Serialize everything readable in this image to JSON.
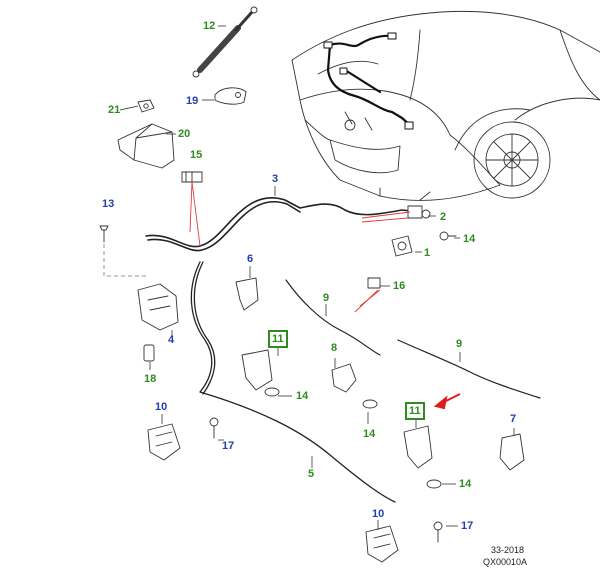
{
  "diagram": {
    "callouts": [
      {
        "key": "c12",
        "label": "12",
        "color": "green"
      },
      {
        "key": "c19",
        "label": "19",
        "color": "blue"
      },
      {
        "key": "c21",
        "label": "21",
        "color": "green"
      },
      {
        "key": "c20",
        "label": "20",
        "color": "green"
      },
      {
        "key": "c15",
        "label": "15",
        "color": "green"
      },
      {
        "key": "c3",
        "label": "3",
        "color": "blue"
      },
      {
        "key": "c2",
        "label": "2",
        "color": "green"
      },
      {
        "key": "c13",
        "label": "13",
        "color": "blue"
      },
      {
        "key": "c14a",
        "label": "14",
        "color": "green"
      },
      {
        "key": "c1",
        "label": "1",
        "color": "green"
      },
      {
        "key": "c6",
        "label": "6",
        "color": "blue"
      },
      {
        "key": "c16",
        "label": "16",
        "color": "green"
      },
      {
        "key": "c9a",
        "label": "9",
        "color": "green"
      },
      {
        "key": "c4",
        "label": "4",
        "color": "blue"
      },
      {
        "key": "c11a",
        "label": "11",
        "color": "green",
        "boxed": true
      },
      {
        "key": "c8",
        "label": "8",
        "color": "green"
      },
      {
        "key": "c9b",
        "label": "9",
        "color": "green"
      },
      {
        "key": "c18",
        "label": "18",
        "color": "green"
      },
      {
        "key": "c14b",
        "label": "14",
        "color": "green"
      },
      {
        "key": "c10a",
        "label": "10",
        "color": "blue"
      },
      {
        "key": "c11b",
        "label": "11",
        "color": "green",
        "boxed": true
      },
      {
        "key": "c7",
        "label": "7",
        "color": "blue"
      },
      {
        "key": "c17a",
        "label": "17",
        "color": "blue"
      },
      {
        "key": "c14c",
        "label": "14",
        "color": "green"
      },
      {
        "key": "c5",
        "label": "5",
        "color": "green"
      },
      {
        "key": "c14d",
        "label": "14",
        "color": "green"
      },
      {
        "key": "c10b",
        "label": "10",
        "color": "blue"
      },
      {
        "key": "c17b",
        "label": "17",
        "color": "blue"
      }
    ],
    "code_year": "33-2018",
    "code_ref": "QX00010A",
    "colors": {
      "green": "#2e8b1e",
      "blue": "#1f3fae",
      "leader": "#e03a3a",
      "line": "#333333",
      "arrow": "#e01b1b"
    }
  }
}
